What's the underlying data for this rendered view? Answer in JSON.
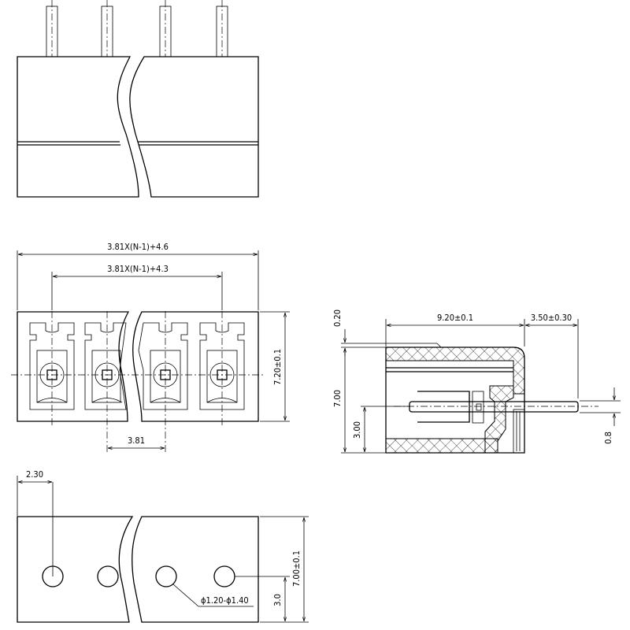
{
  "top_view_dims": {
    "overall_length": "3.81X(N-1)+4.6",
    "pin_span": "3.81X(N-1)+4.3",
    "pitch": "3.81",
    "height": "7.20±0.1"
  },
  "side_view_dims": {
    "top_offset": "0.20",
    "body_length": "9.20±0.1",
    "pin_projection": "3.50±0.30",
    "body_height": "7.00",
    "pin_height": "3.00",
    "pin_thickness": "0.8"
  },
  "bottom_view_dims": {
    "edge_to_first_hole": "2.30",
    "height": "7.00±0.1",
    "hole_height": "3.0",
    "hole_diameter": "ϕ1.20-ϕ1.40"
  }
}
